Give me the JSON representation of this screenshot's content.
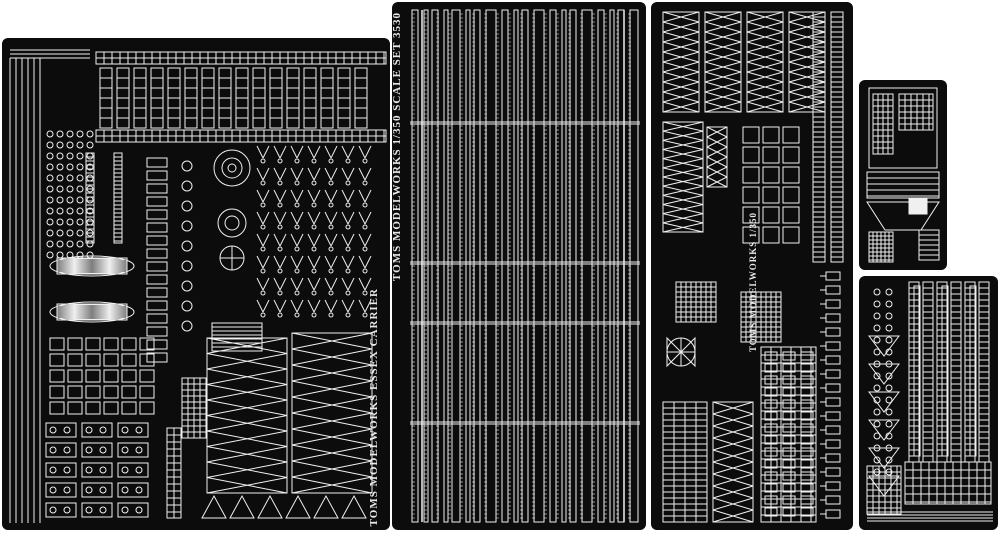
{
  "image": {
    "subject": "photo-etched brass detail frets, black and white",
    "background_color": "#ffffff",
    "fret_color": "#0c0c0c",
    "etch_color": "#f0f0f0"
  },
  "frets": {
    "main": {
      "label": "TOMS MODELWORKS  ESSEX CARRIER"
    },
    "railing": {
      "label": "TOMS MODELWORKS 1/350 SCALE SET 3530"
    },
    "mast": {
      "label": "TOMS MODELWORKS 1/350"
    }
  }
}
